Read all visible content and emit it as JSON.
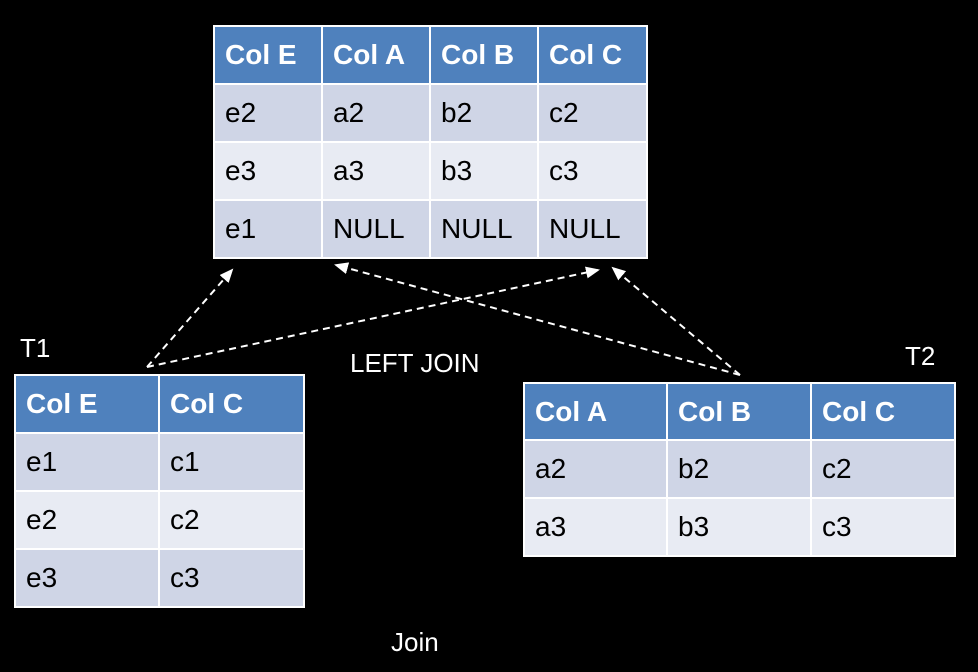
{
  "colors": {
    "background": "#000000",
    "header": "#4f81bd",
    "row_dark": "#cfd5e6",
    "row_light": "#e8ebf3",
    "arrow": "#ffffff"
  },
  "result_table": {
    "headers": [
      "Col E",
      "Col A",
      "Col B",
      "Col C"
    ],
    "rows": [
      [
        "e2",
        "a2",
        "b2",
        "c2"
      ],
      [
        "e3",
        "a3",
        "b3",
        "c3"
      ],
      [
        "e1",
        "NULL",
        "NULL",
        "NULL"
      ]
    ]
  },
  "t1": {
    "label": "T1",
    "headers": [
      "Col E",
      "Col C"
    ],
    "rows": [
      [
        "e1",
        "c1"
      ],
      [
        "e2",
        "c2"
      ],
      [
        "e3",
        "c3"
      ]
    ]
  },
  "t2": {
    "label": "T2",
    "headers": [
      "Col A",
      "Col B",
      "Col C"
    ],
    "rows": [
      [
        "a2",
        "b2",
        "c2"
      ],
      [
        "a3",
        "b3",
        "c3"
      ]
    ]
  },
  "join_type_label": "LEFT JOIN",
  "caption": "Join"
}
